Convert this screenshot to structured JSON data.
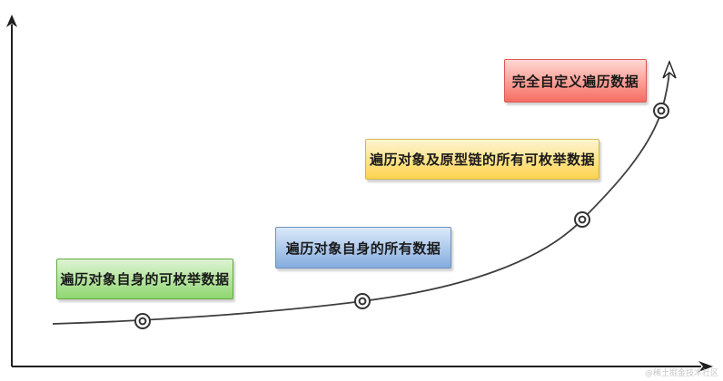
{
  "diagram": {
    "description": "Growth curve with four annotated capability levels of data traversal",
    "watermark": "@稀土掘金技术社区",
    "axes": {
      "color": "#1f1f1f",
      "x_arrow": "right",
      "y_arrow": "up"
    },
    "curve": {
      "color": "#3d3d3d",
      "marker_style": "double-circle",
      "marker_count": 4
    },
    "labels": [
      {
        "text": "遍历对象自身的可枚举数据",
        "color_top": "#def3d3",
        "color_bottom": "#8fd771",
        "border": "#63aa3e"
      },
      {
        "text": "遍历对象自身的所有数据",
        "color_top": "#dbe9f9",
        "color_bottom": "#84acdf",
        "border": "#7091bf"
      },
      {
        "text": "遍历对象及原型链的所有可枚举数据",
        "color_top": "#fdf5cf",
        "color_bottom": "#fdd34e",
        "border": "#d2b64c"
      },
      {
        "text": "完全自定义遍历数据",
        "color_top": "#ffd8d2",
        "color_bottom": "#f66d62",
        "border": "#dd5550"
      }
    ]
  }
}
